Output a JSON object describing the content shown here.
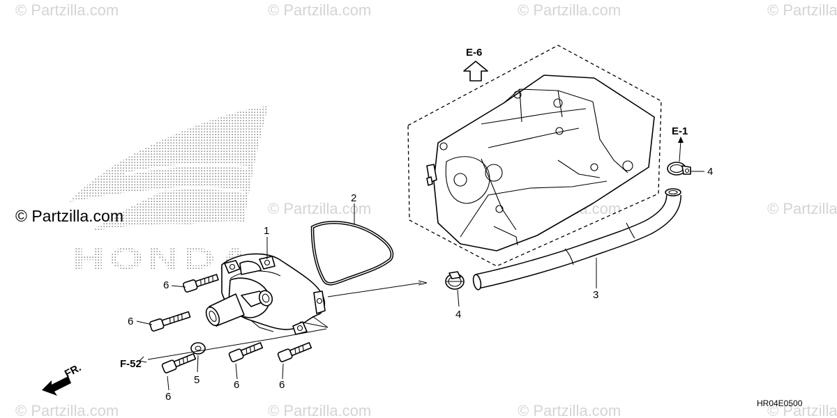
{
  "watermark": {
    "text": "© Partzilla.com"
  },
  "brand_logo": {
    "lettering": "HONDA"
  },
  "callouts": {
    "water_pump": "1",
    "gasket": "2",
    "hose": "3",
    "clamp_upper": "4",
    "clamp_lower": "4",
    "washer": "5",
    "bolt_a": "6",
    "bolt_b": "6",
    "bolt_c": "6",
    "bolt_d": "6",
    "bolt_e": "6"
  },
  "references": {
    "top": "E-6",
    "right": "E-1",
    "left": "F-52"
  },
  "direction_label": "FR.",
  "diagram_code": "HR04E0500"
}
